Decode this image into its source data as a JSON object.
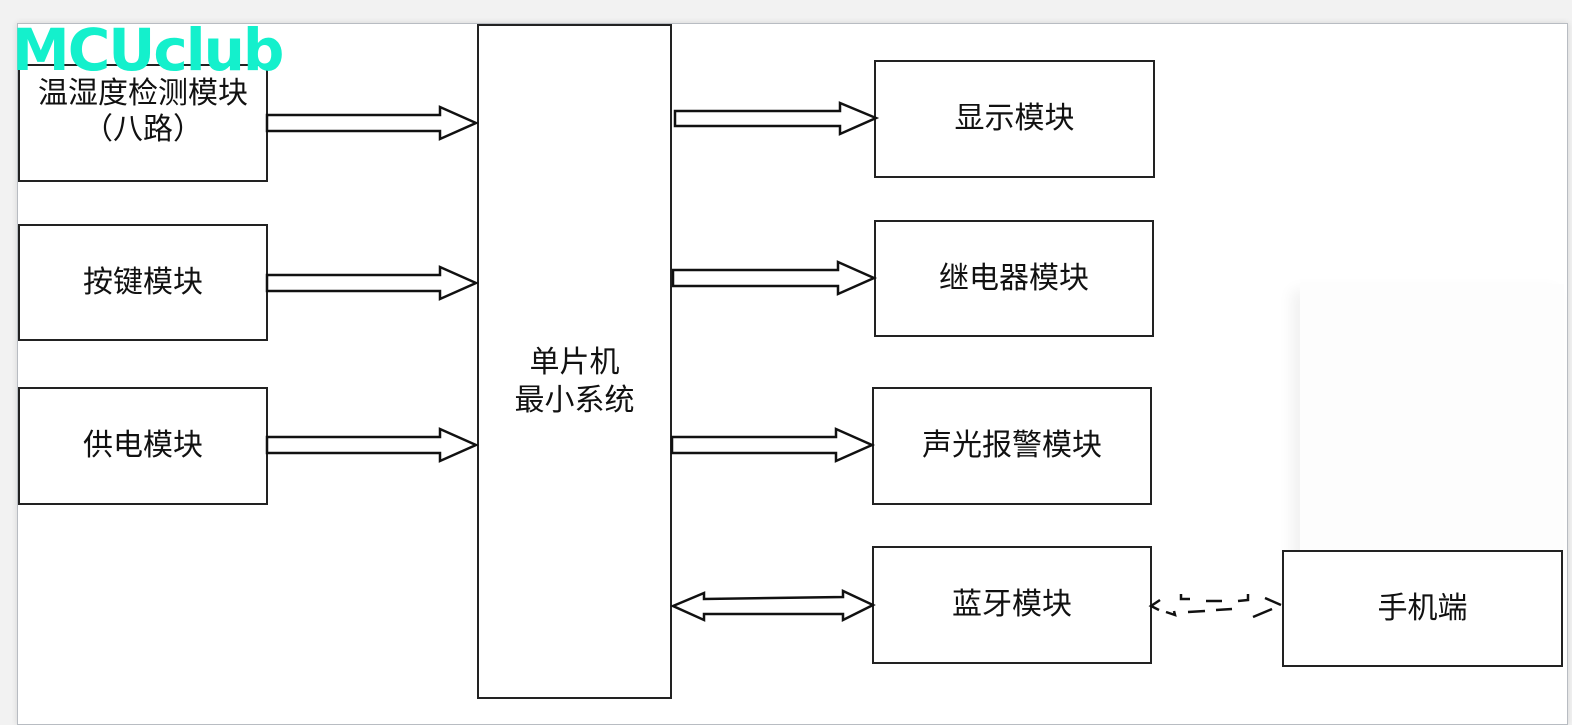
{
  "watermark": "MCUclub",
  "diagram": {
    "title": "System block diagram",
    "center": {
      "line1": "单片机",
      "line2": "最小系统"
    },
    "inputs": [
      {
        "id": "temp-humidity",
        "line1": "温湿度检测模块",
        "line2": "（八路）"
      },
      {
        "id": "keypad",
        "line1": "按键模块"
      },
      {
        "id": "power",
        "line1": "供电模块"
      }
    ],
    "outputs": [
      {
        "id": "display",
        "label": "显示模块"
      },
      {
        "id": "relay",
        "label": "继电器模块"
      },
      {
        "id": "alarm",
        "label": "声光报警模块"
      },
      {
        "id": "bluetooth",
        "label": "蓝牙模块"
      }
    ],
    "external": {
      "id": "phone",
      "label": "手机端"
    },
    "connections": [
      {
        "from": "temp-humidity",
        "to": "mcu",
        "type": "one-way"
      },
      {
        "from": "keypad",
        "to": "mcu",
        "type": "one-way"
      },
      {
        "from": "power",
        "to": "mcu",
        "type": "one-way"
      },
      {
        "from": "mcu",
        "to": "display",
        "type": "one-way"
      },
      {
        "from": "mcu",
        "to": "relay",
        "type": "one-way"
      },
      {
        "from": "mcu",
        "to": "alarm",
        "type": "one-way"
      },
      {
        "from": "mcu",
        "to": "bluetooth",
        "type": "two-way"
      },
      {
        "from": "bluetooth",
        "to": "phone",
        "type": "two-way-wireless-dashed"
      }
    ]
  },
  "colors": {
    "watermark": "#14f0cc",
    "stroke": "#222222"
  }
}
